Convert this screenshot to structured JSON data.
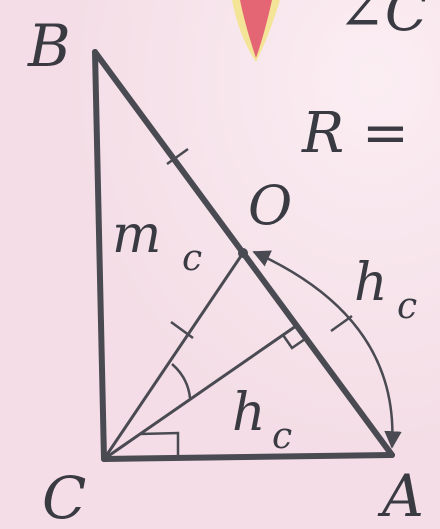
{
  "vertices": {
    "b": "B",
    "c": "C",
    "a": "A",
    "o": "O"
  },
  "labels": {
    "median": "m",
    "median_sub": "c",
    "height": "h",
    "height_sub": "c"
  },
  "fragments": {
    "angle_text": "∠C",
    "radius_text": "R ="
  },
  "colors": {
    "background": "#f6e3ea",
    "stroke": "#4a4a52",
    "accent_red": "#e0506e",
    "accent_yellow": "#f3e37a"
  }
}
